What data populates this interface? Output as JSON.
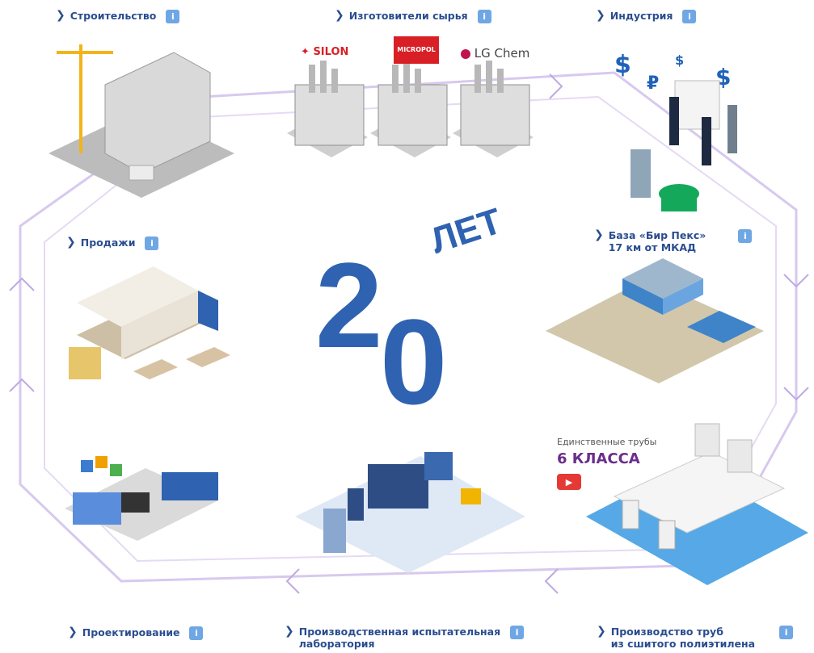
{
  "labels": {
    "construction": "Строительство",
    "raw_materials": "Изготовители сырья",
    "industry": "Индустрия",
    "sales": "Продажи",
    "base_line1": "База «Бир Пекс»",
    "base_line2": "17 км от МКАД",
    "design": "Проектирование",
    "lab_line1": "Производственная  испытательная",
    "lab_line2": "лаборатория",
    "pipes_line1": "Производство труб",
    "pipes_line2": "из сшитого  полиэтилена"
  },
  "info_icon_text": "i",
  "logos": {
    "silon": "SILON",
    "micropol": "MICROPOL",
    "lg": "LG Chem"
  },
  "center": {
    "number": "20",
    "word": "ЛЕТ"
  },
  "promo": {
    "subtitle": "Единственные трубы",
    "title": "6 КЛАССА"
  },
  "colors": {
    "label": "#2a4d8f",
    "info": "#6fa7e4",
    "loop": "#c9b8e6",
    "number_blue": "#2f62b0",
    "promo_purple": "#6b2f8a",
    "youtube_red": "#e53935"
  },
  "icons": [
    "chevron-right-icon",
    "info-icon",
    "play-icon"
  ]
}
